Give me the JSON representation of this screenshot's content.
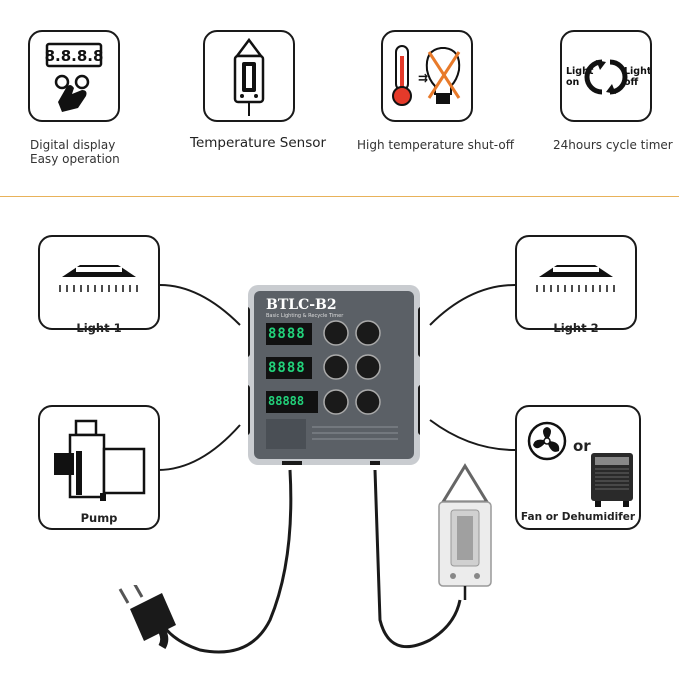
{
  "features": [
    {
      "icon": "digital-display-icon",
      "label_line1": "Digital display",
      "label_line2": "Easy operation",
      "display_digits": "8.8.8.8"
    },
    {
      "icon": "temperature-sensor-icon",
      "label": "Temperature Sensor"
    },
    {
      "icon": "high-temperature-shutoff-icon",
      "label": "High temperature shut-off"
    },
    {
      "icon": "cycle-timer-icon",
      "label": "24hours cycle timer",
      "light_on": [
        "Light",
        "on"
      ],
      "light_off": [
        "Light",
        "off"
      ]
    }
  ],
  "devices": {
    "light1": "Light 1",
    "light2": "Light 2",
    "pump": "Pump",
    "fan": "Fan or Dehumidifer",
    "or_text": "or"
  },
  "controller": {
    "brand": "BTLC-B2",
    "subtitle": "Basic Lighting & Recycle Timer",
    "display1": "8888",
    "display2": "8888",
    "display3": "88888"
  },
  "colors": {
    "accent_divider": "#e8b25a",
    "display_green": "#22d17a",
    "panel": "#5b6066"
  }
}
